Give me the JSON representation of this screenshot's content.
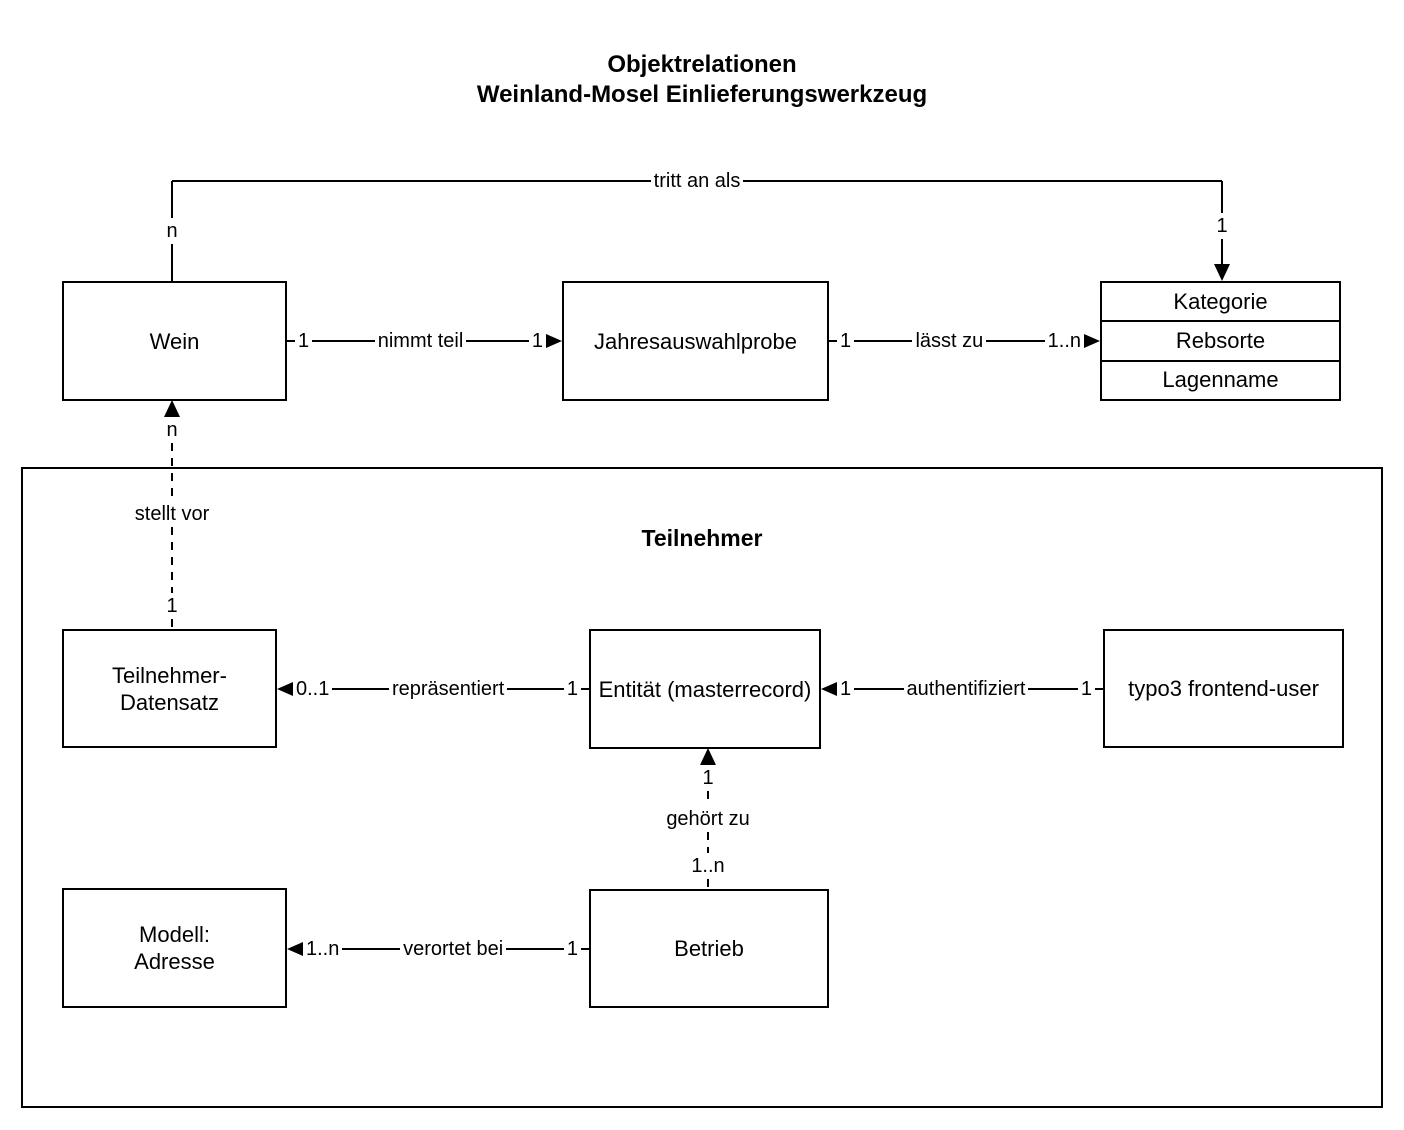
{
  "title": {
    "line1": "Objektrelationen",
    "line2": "Weinland-Mosel Einlieferungswerkzeug"
  },
  "container": {
    "label": "Teilnehmer"
  },
  "entities": {
    "wein": {
      "label": "Wein"
    },
    "jahresauswahlprobe": {
      "label": "Jahresauswahlprobe"
    },
    "kategorie_stack": {
      "rows": [
        "Kategorie",
        "Rebsorte",
        "Lagenname"
      ]
    },
    "teilnehmer_datensatz": {
      "label": "Teilnehmer-Datensatz"
    },
    "entitaet": {
      "label": "Entität (masterrecord)"
    },
    "typo3_frontend_user": {
      "label": "typo3 frontend-user"
    },
    "modell_adresse": {
      "line1": "Modell:",
      "line2": "Adresse"
    },
    "betrieb": {
      "label": "Betrieb"
    }
  },
  "relations": {
    "tritt_an_als": {
      "label": "tritt an als",
      "wein_end": "n",
      "kategorie_end": "1"
    },
    "nimmt_teil": {
      "label": "nimmt teil",
      "wein_end": "1",
      "jahresauswahlprobe_end": "1"
    },
    "laesst_zu": {
      "label": "lässt zu",
      "jahresauswahlprobe_end": "1",
      "kategorie_end": "1..n"
    },
    "stellt_vor": {
      "label": "stellt vor",
      "wein_end": "n",
      "teilnehmer_datensatz_end": "1"
    },
    "repraesentiert": {
      "label": "repräsentiert",
      "teilnehmer_datensatz_end": "0..1",
      "entitaet_end": "1"
    },
    "authentifiziert": {
      "label": "authentifiziert",
      "entitaet_end": "1",
      "typo3_end": "1"
    },
    "gehoert_zu": {
      "label": "gehört zu",
      "entitaet_end": "1",
      "betrieb_end": "1..n"
    },
    "verortet_bei": {
      "label": "verortet bei",
      "modell_adresse_end": "1..n",
      "betrieb_end": "1"
    }
  },
  "colors": {
    "stroke": "#000000",
    "background": "#ffffff",
    "text": "#000000"
  }
}
